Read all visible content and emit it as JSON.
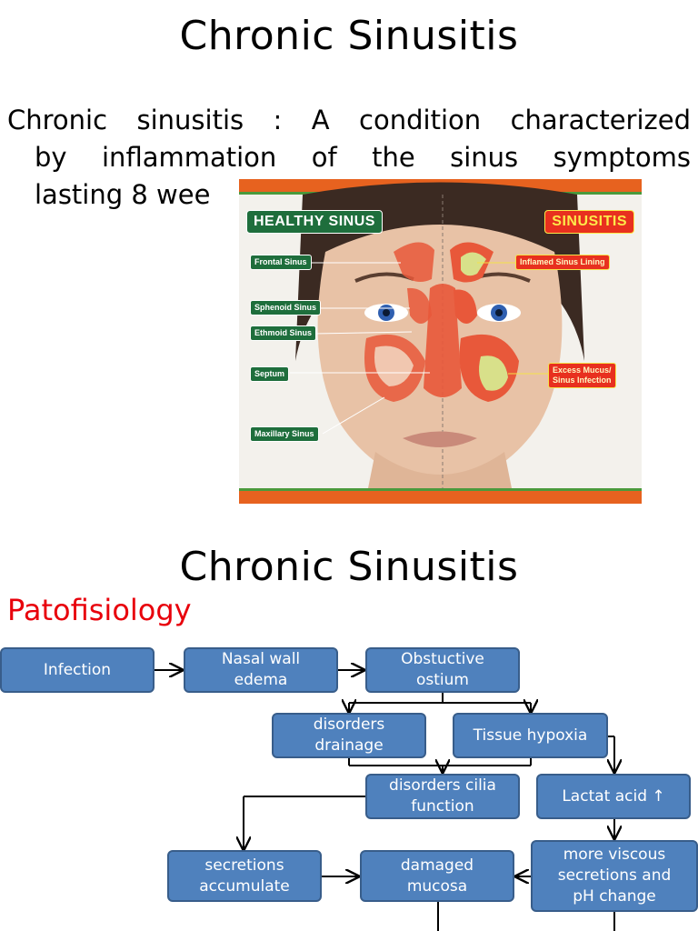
{
  "slide1": {
    "title": "Chronic Sinusitis",
    "body_lines": [
      "Chronic sinusitis : A condition characterized",
      "by  inflammation  of  the  sinus  symptoms",
      "lasting 8 wee"
    ],
    "figure": {
      "left_badge": "HEALTHY SINUS",
      "right_badge": "SINUSITIS",
      "left_labels": [
        "Frontal Sinus",
        "Sphenoid Sinus",
        "Ethmoid Sinus",
        "Septum",
        "Maxillary Sinus"
      ],
      "right_labels": [
        "Inflamed Sinus Lining",
        "Excess Mucus/\nSinus Infection"
      ],
      "colors": {
        "green": "#1e6e3c",
        "red": "#e8301f",
        "orange_bar": "#e7621f",
        "sinus": "#e8583a",
        "mucus": "#d8e08a"
      }
    }
  },
  "slide2": {
    "title": "Chronic Sinusitis",
    "subtitle": "Patofisiology",
    "nodes": {
      "infection": "Infection",
      "nasal_wall_edema": "Nasal wall\nedema",
      "obstuctive_ostium": "Obstuctive\nostium",
      "disorders_drainage": "disorders\ndrainage",
      "tissue_hypoxia": "Tissue hypoxia",
      "disorders_cilia": "disorders cilia\nfunction",
      "lactat_acid": "Lactat acid ↑",
      "secretions_accumulate": "secretions\naccumulate",
      "damaged_mucosa": "damaged\nmucosa",
      "more_viscous": "more viscous\nsecretions and\npH change"
    },
    "colors": {
      "node_fill": "#4f81bd",
      "node_border": "#385d8a",
      "subtitle": "#e8000b"
    }
  }
}
